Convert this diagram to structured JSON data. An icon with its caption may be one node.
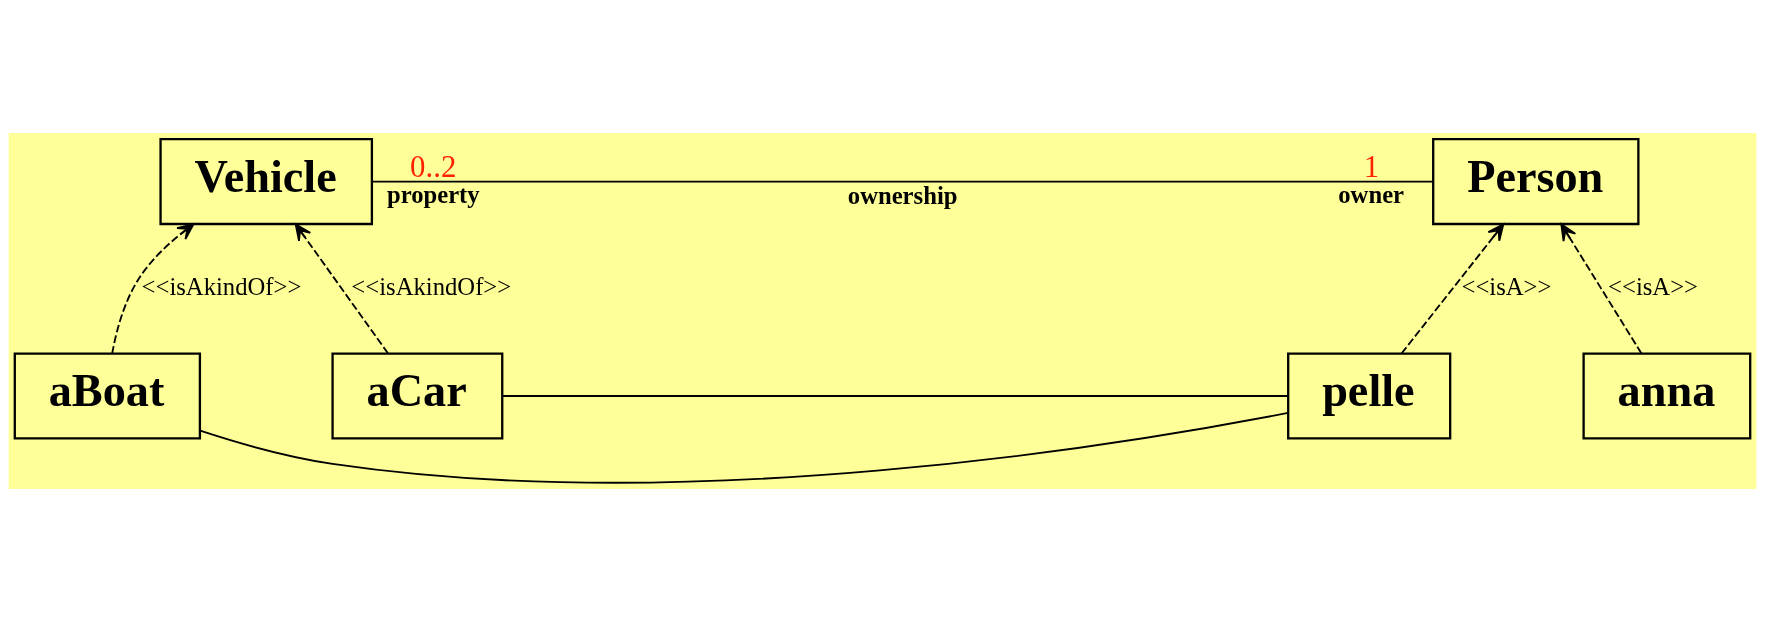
{
  "diagram": {
    "nodes": [
      {
        "text": [
          "Vehicle"
        ]
      },
      {
        "text": [
          "Person"
        ]
      },
      {
        "text": [
          "aBoat"
        ]
      },
      {
        "text": [
          "pelle"
        ]
      },
      {
        "text": [
          "aCar"
        ]
      },
      {
        "text": [
          "anna"
        ]
      }
    ],
    "edges": [
      {
        "from": 0,
        "to": 1,
        "arrow": "none",
        "label": "ownership"
      },
      {
        "from": 4,
        "to": 0,
        "arrow": "to",
        "style": "dashed",
        "label": "<<isAkindOf>>"
      },
      {
        "from": 2,
        "to": 0,
        "arrow": "to",
        "style": "dashed",
        "label": "<<isAkindOf>>"
      },
      {
        "from": 3,
        "to": 1,
        "arrow": "to",
        "style": "dashed",
        "label": "<<isA>>"
      },
      {
        "from": 5,
        "to": 1,
        "arrow": "to",
        "style": "dashed",
        "label": "<<isA>>"
      },
      {
        "from": 2,
        "to": 3,
        "arrow": "none"
      },
      {
        "from": 4,
        "to": 3,
        "arrow": "none"
      }
    ],
    "labels": [
      "0..2",
      "property",
      "1",
      "owner"
    ]
  }
}
